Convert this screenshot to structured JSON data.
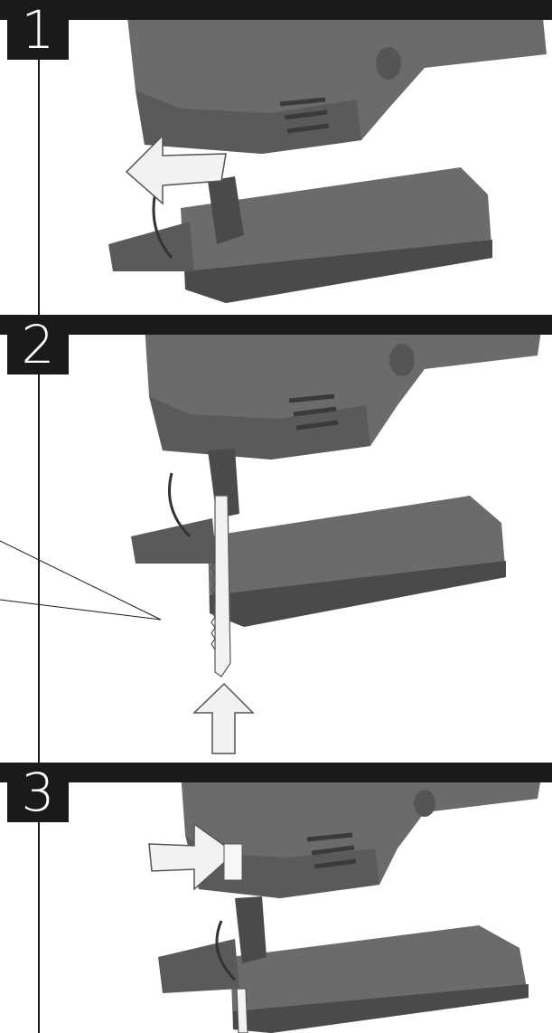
{
  "steps": [
    {
      "number": "1",
      "action": "release-lever"
    },
    {
      "number": "2",
      "action": "insert-blade"
    },
    {
      "number": "3",
      "action": "lock-lever"
    }
  ],
  "colors": {
    "ink": "#1a1a1a",
    "tool_body": "#6b6b6b",
    "tool_dark": "#4a4a4a",
    "arrow_fill": "#f2f2f2"
  }
}
